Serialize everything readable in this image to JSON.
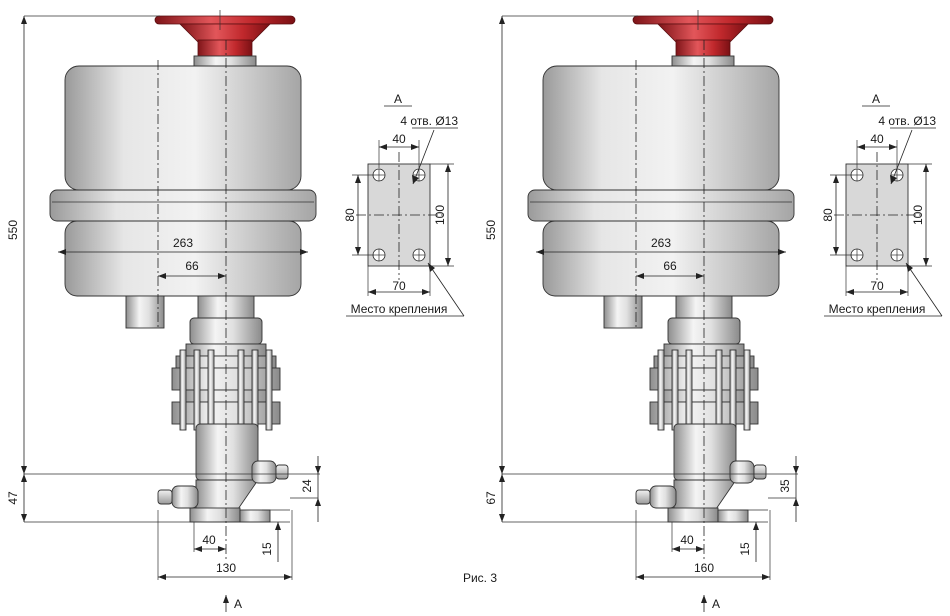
{
  "caption": "Рис. 3",
  "colors": {
    "handwheel": "#c0282c",
    "body": "#d2d2d2",
    "metal": "#cfcfcf",
    "line": "#222222"
  },
  "views": [
    {
      "height": "550",
      "housing_width": "263",
      "axis_offset": "66",
      "lower_height": "47",
      "port_height": "24",
      "flange_height": "15",
      "port_offset": "40",
      "base_width": "130",
      "view_letter": "А"
    },
    {
      "height": "550",
      "housing_width": "263",
      "axis_offset": "66",
      "lower_height": "67",
      "port_height": "35",
      "flange_height": "15",
      "port_offset": "40",
      "base_width": "160",
      "view_letter": "А"
    }
  ],
  "details": [
    {
      "view_letter": "А",
      "holes": "4 отв. Ø13",
      "top_width": "40",
      "bottom_width": "70",
      "left_height": "80",
      "right_height": "100",
      "mount_label": "Место крепления"
    },
    {
      "view_letter": "А",
      "holes": "4 отв. Ø13",
      "top_width": "40",
      "bottom_width": "70",
      "left_height": "80",
      "right_height": "100",
      "mount_label": "Место крепления"
    }
  ]
}
